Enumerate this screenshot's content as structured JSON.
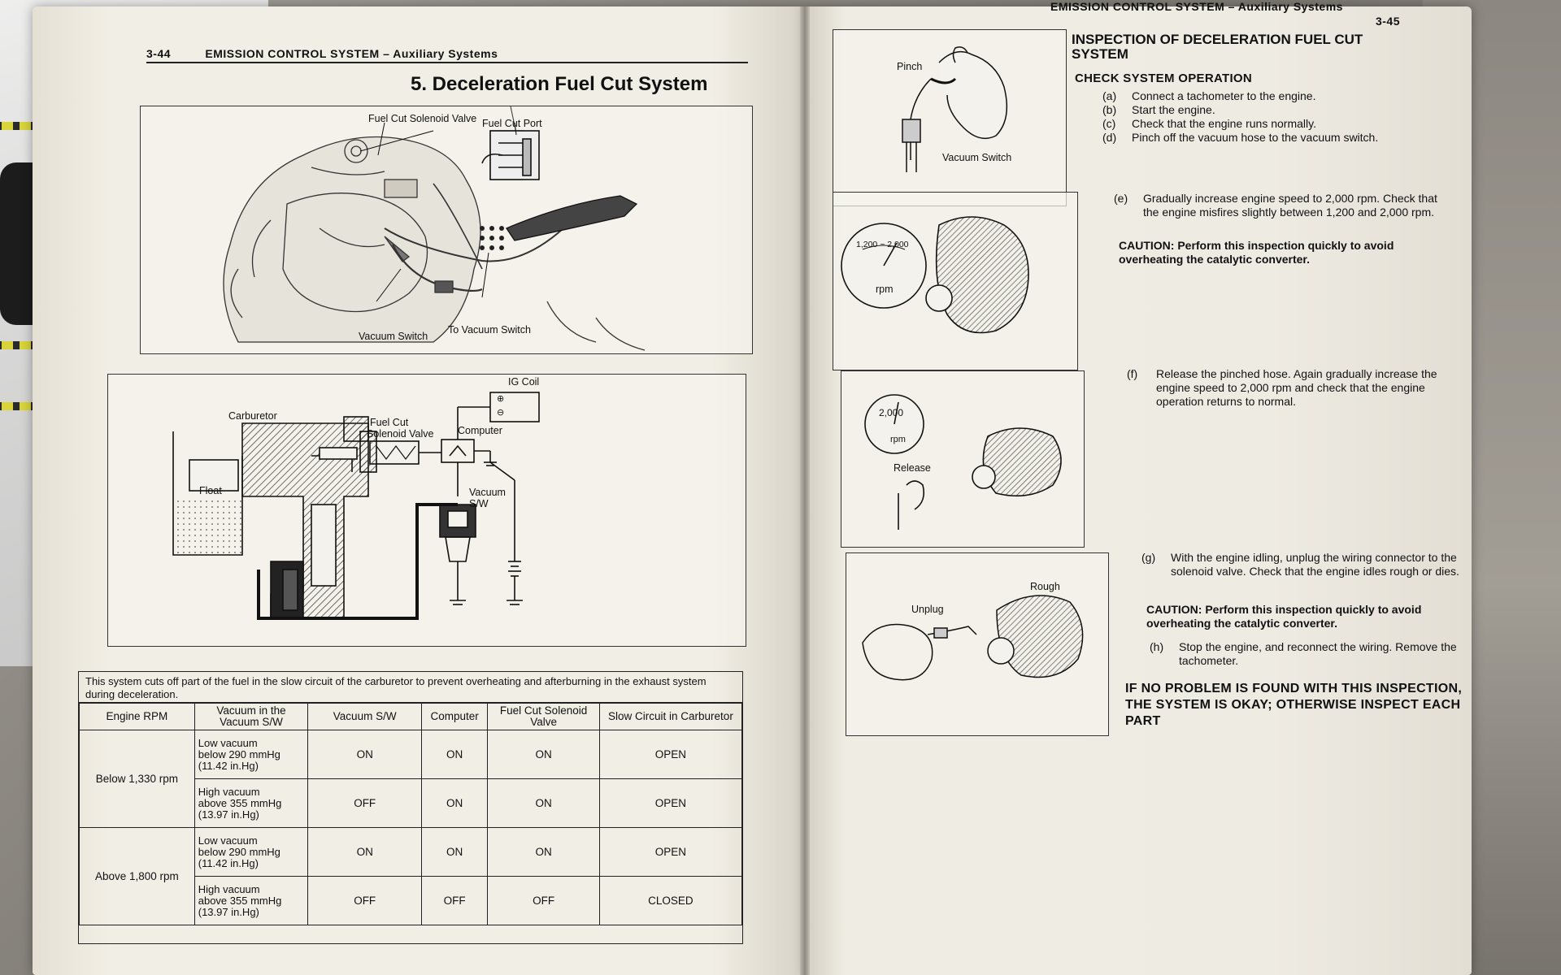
{
  "left_page": {
    "page_number": "3-44",
    "running_head": "EMISSION CONTROL SYSTEM – Auxiliary Systems",
    "section_title": "5. Deceleration Fuel Cut System",
    "figure1": {
      "solenoid_label": "Fuel Cut Solenoid Valve",
      "port_label": "Fuel Cut Port",
      "vacuum_switch_label": "Vacuum Switch",
      "to_vacuum_label": "To Vacuum Switch"
    },
    "figure2": {
      "ig_coil": "IG Coil",
      "carburetor": "Carburetor",
      "solenoid_line1": "Fuel Cut",
      "solenoid_line2": "Solenoid Valve",
      "computer": "Computer",
      "vacuum_line1": "Vacuum",
      "vacuum_line2": "S/W",
      "float": "Float"
    },
    "table": {
      "intro": "This system cuts off part of the fuel in the slow circuit of the carburetor to prevent overheating and afterburning in the exhaust system during deceleration.",
      "headers": [
        "Engine RPM",
        "Vacuum in the Vacuum S/W",
        "Vacuum S/W",
        "Computer",
        "Fuel Cut Solenoid Valve",
        "Slow Circuit in Carburetor"
      ],
      "groups": [
        {
          "rpm": "Below 1,330 rpm",
          "rows": [
            {
              "vacuum_line1": "Low vacuum",
              "vacuum_line2": "below 290 mmHg",
              "vacuum_line3": "(11.42 in.Hg)",
              "switch": "ON",
              "computer": "ON",
              "solenoid": "ON",
              "slow": "OPEN"
            },
            {
              "vacuum_line1": "High vacuum",
              "vacuum_line2": "above 355 mmHg",
              "vacuum_line3": "(13.97 in.Hg)",
              "switch": "OFF",
              "computer": "ON",
              "solenoid": "ON",
              "slow": "OPEN"
            }
          ]
        },
        {
          "rpm": "Above 1,800 rpm",
          "rows": [
            {
              "vacuum_line1": "Low vacuum",
              "vacuum_line2": "below 290 mmHg",
              "vacuum_line3": "(11.42 in.Hg)",
              "switch": "ON",
              "computer": "ON",
              "solenoid": "ON",
              "slow": "OPEN"
            },
            {
              "vacuum_line1": "High vacuum",
              "vacuum_line2": "above 355 mmHg",
              "vacuum_line3": "(13.97 in.Hg)",
              "switch": "OFF",
              "computer": "OFF",
              "solenoid": "OFF",
              "slow": "CLOSED"
            }
          ]
        }
      ]
    }
  },
  "right_page": {
    "page_number": "3-45",
    "running_head": "EMISSION CONTROL SYSTEM – Auxiliary Systems",
    "title": "INSPECTION OF DECELERATION FUEL CUT SYSTEM",
    "subtitle": "CHECK SYSTEM OPERATION",
    "steps_a_d": [
      {
        "label": "(a)",
        "text": "Connect a tachometer to the engine."
      },
      {
        "label": "(b)",
        "text": "Start the engine."
      },
      {
        "label": "(c)",
        "text": "Check that the engine runs normally."
      },
      {
        "label": "(d)",
        "text": "Pinch off the vacuum hose to the vacuum switch."
      }
    ],
    "step_e": {
      "label": "(e)",
      "text": "Gradually increase engine speed to 2,000 rpm. Check that the engine misfires slightly between 1,200 and 2,000 rpm."
    },
    "caution_e": "CAUTION: Perform this inspection quickly to avoid overheating the catalytic converter.",
    "step_f": {
      "label": "(f)",
      "text": "Release the pinched hose. Again gradually increase the engine speed to 2,000 rpm and check that the engine operation returns to normal."
    },
    "step_g": {
      "label": "(g)",
      "text": "With the engine idling, unplug the wiring connector to the solenoid valve. Check that the engine idles rough or dies."
    },
    "caution_g": "CAUTION: Perform this inspection quickly to avoid overheating the catalytic converter.",
    "step_h": {
      "label": "(h)",
      "text": "Stop the engine, and reconnect the wiring. Remove the tachometer."
    },
    "final_note": "IF NO PROBLEM IS FOUND WITH THIS INSPECTION, THE SYSTEM IS OKAY; OTHERWISE INSPECT EACH PART",
    "fig_pinch": {
      "pinch": "Pinch",
      "vacuum_switch": "Vacuum Switch"
    },
    "fig_tach1": {
      "range": "1,200 ~ 2,000",
      "unit": "rpm"
    },
    "fig_tach2": {
      "value": "2,000",
      "unit": "rpm",
      "release": "Release"
    },
    "fig_unplug": {
      "unplug": "Unplug",
      "rough": "Rough"
    }
  }
}
